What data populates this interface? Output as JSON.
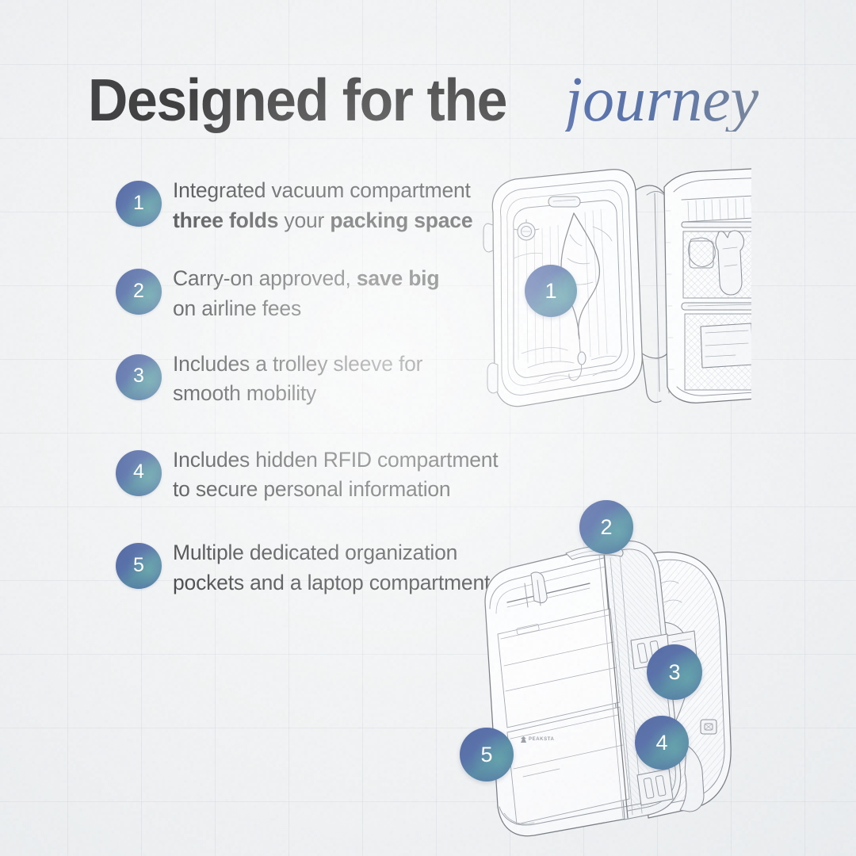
{
  "poster": {
    "background_color": "#eef0f1",
    "accent_blue": "#27408b",
    "accent_teal": "#2a6b8d",
    "headline_color": "#0b0b0d"
  },
  "headline": {
    "main": "Designed for the",
    "accent": "journey"
  },
  "features": [
    {
      "number": "1",
      "line1": "Integrated vacuum compartment",
      "bold1": "three folds",
      "mid1": " your ",
      "bold2": "packing space",
      "tail": ""
    },
    {
      "number": "2",
      "line1": "Carry-on approved, ",
      "bold1": "save big",
      "mid1": "",
      "bold2": "",
      "tail": "on airline fees"
    },
    {
      "number": "3",
      "line1": "Includes a trolley sleeve for",
      "bold1": "",
      "mid1": "",
      "bold2": "",
      "tail": "smooth mobility"
    },
    {
      "number": "4",
      "line1": "Includes hidden RFID compartment",
      "bold1": "",
      "mid1": "",
      "bold2": "",
      "tail": "to secure personal information"
    },
    {
      "number": "5",
      "line1": "Multiple dedicated organization",
      "bold1": "",
      "mid1": "",
      "bold2": "",
      "tail": "pockets and a laptop compartment"
    }
  ],
  "markers": {
    "m1": "1",
    "m2": "2",
    "m3": "3",
    "m4": "4",
    "m5": "5"
  },
  "illustrations": {
    "suitcase_alt": "open-suitcase-sketch",
    "backpack_alt": "travel-backpack-sketch"
  },
  "brand": {
    "name": "PEAKSTA"
  }
}
